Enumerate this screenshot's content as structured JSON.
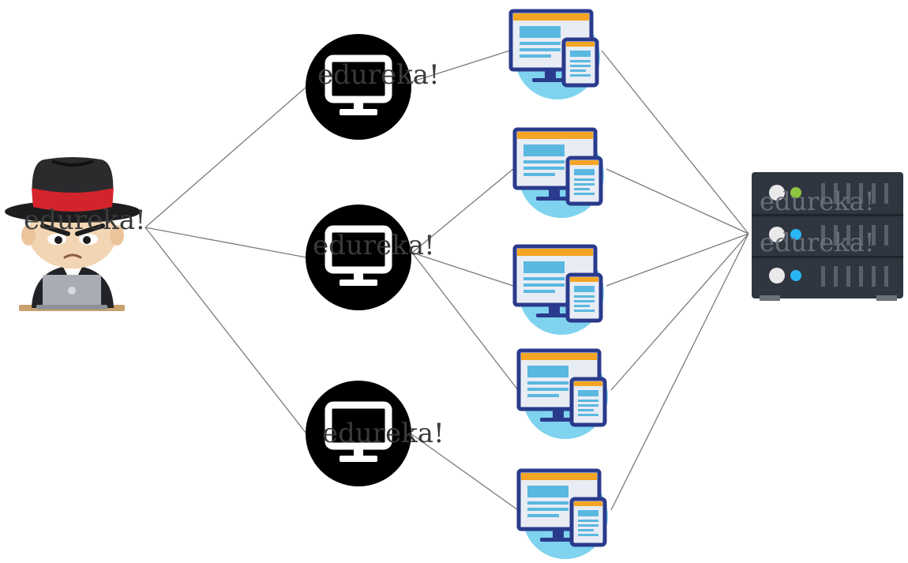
{
  "watermark": "edureka!",
  "colors": {
    "hacker_hat": "#1d1d1f",
    "hat_band": "#d4242b",
    "skin": "#f2d5b3",
    "handler_circle": "#000000",
    "handler_monitor": "#ffffff",
    "bot_bg": "#7fd3ee",
    "bot_frame": "#2a3a8c",
    "bot_header": "#f4a523",
    "bot_screen": "#e8ecf4",
    "bot_content": "#5ab8e0",
    "server_body": "#2f3640",
    "server_led_green": "#8cc63f",
    "server_led_blue": "#29b6f6",
    "connection_line": "#7a7a7a"
  },
  "nodes": {
    "attacker": {
      "icon": "hacker-icon"
    },
    "handlers": [
      {
        "id": "handler-1",
        "icon": "monitor-icon"
      },
      {
        "id": "handler-2",
        "icon": "monitor-icon"
      },
      {
        "id": "handler-3",
        "icon": "monitor-icon"
      }
    ],
    "bots": [
      {
        "id": "bot-1",
        "icon": "computer-tablet-icon"
      },
      {
        "id": "bot-2",
        "icon": "computer-tablet-icon"
      },
      {
        "id": "bot-3",
        "icon": "computer-tablet-icon"
      },
      {
        "id": "bot-4",
        "icon": "computer-tablet-icon"
      },
      {
        "id": "bot-5",
        "icon": "computer-tablet-icon"
      }
    ],
    "target": {
      "icon": "server-icon"
    }
  },
  "edges": [
    [
      "attacker",
      "handler-1"
    ],
    [
      "attacker",
      "handler-2"
    ],
    [
      "attacker",
      "handler-3"
    ],
    [
      "handler-1",
      "bot-1"
    ],
    [
      "handler-2",
      "bot-2"
    ],
    [
      "handler-2",
      "bot-3"
    ],
    [
      "handler-2",
      "bot-4"
    ],
    [
      "handler-3",
      "bot-5"
    ],
    [
      "bot-1",
      "target"
    ],
    [
      "bot-2",
      "target"
    ],
    [
      "bot-3",
      "target"
    ],
    [
      "bot-4",
      "target"
    ],
    [
      "bot-5",
      "target"
    ]
  ]
}
